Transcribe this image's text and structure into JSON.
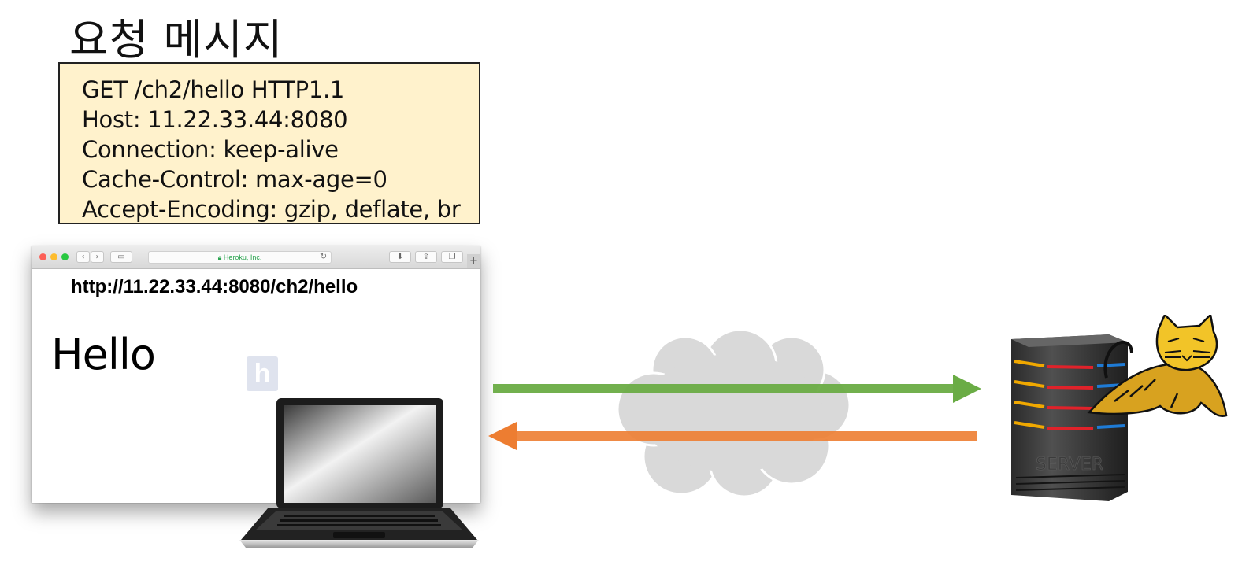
{
  "title": "요청 메시지",
  "request": {
    "lines": [
      "GET /ch2/hello HTTP1.1",
      "Host: 11.22.33.44:8080",
      "Connection: keep-alive",
      "Cache-Control: max-age=0",
      "Accept-Encoding: gzip, deflate, br"
    ]
  },
  "browser": {
    "address_bar": "Heroku, Inc.",
    "url": "http://11.22.33.44:8080/ch2/hello",
    "content": "Hello",
    "heroku_logo": "h"
  },
  "server": {
    "label": "SERVER"
  },
  "colors": {
    "request_arrow": "#6aac45",
    "response_arrow": "#ed7d31",
    "request_box": "#fff2cc",
    "cloud": "#d9d9d9"
  },
  "icons": [
    "lock-icon",
    "reload-icon",
    "download-icon",
    "share-icon",
    "tabs-icon",
    "sidebar-icon",
    "cloud-icon",
    "server-icon",
    "tomcat-icon",
    "laptop-icon"
  ]
}
